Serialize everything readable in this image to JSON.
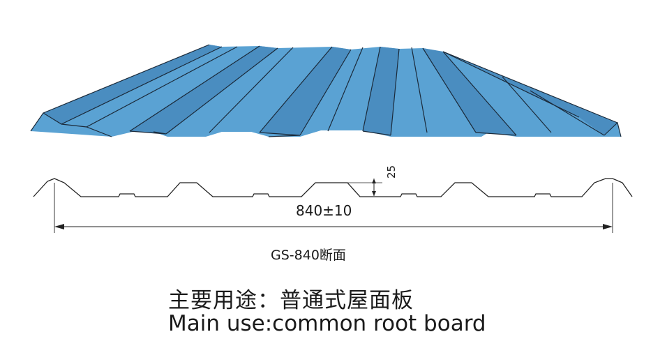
{
  "panel": {
    "fill_color": "#5aa2d3",
    "shade_color": "#4a8dc0",
    "edge_color": "#1b2a3a"
  },
  "dimensions": {
    "width_label": "840±10",
    "height_label": "25"
  },
  "caption": {
    "section_name": "GS-840断面"
  },
  "usage": {
    "line_cn": "主要用途：普通式屋面板",
    "line_en": "Main use:common root board"
  }
}
